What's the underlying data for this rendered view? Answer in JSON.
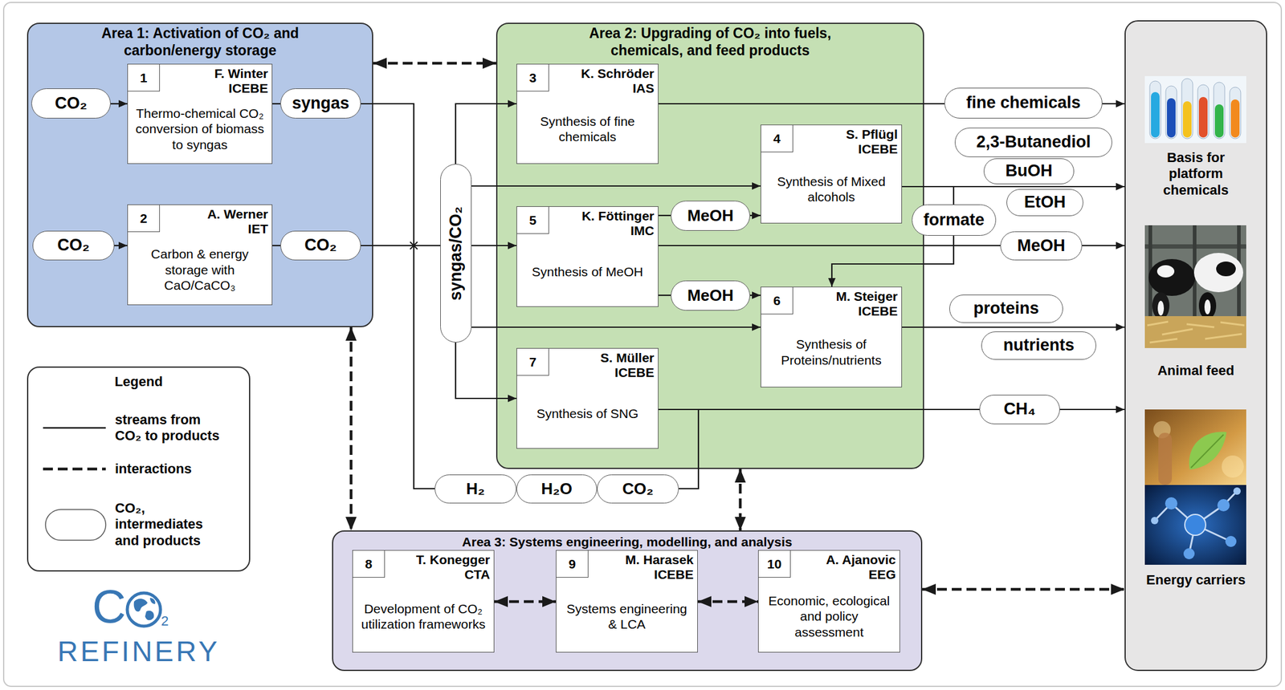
{
  "diagram": {
    "nodes": [
      {
        "text": [
          "Area 1: Activation of CO₂ and carbon/energy storage"
        ]
      },
      {
        "text": [
          "CO₂"
        ],
        "in": 0
      },
      {
        "text": [
          "1",
          "F. Winter ICEBE",
          "Thermo-chemical CO₂ conversion of biomass to syngas"
        ],
        "in": 0
      },
      {
        "text": [
          "syngas"
        ],
        "in": 0
      },
      {
        "text": [
          "CO₂"
        ],
        "in": 0
      },
      {
        "text": [
          "2",
          "A. Werner IET",
          "Carbon & energy storage with CaO/CaCO₃"
        ],
        "in": 0
      },
      {
        "text": [
          "CO₂"
        ],
        "in": 0
      },
      {
        "text": [
          "syngas/CO₂"
        ]
      },
      {
        "text": [
          "Area 2: Upgrading of CO₂ into fuels, chemicals, and feed products"
        ]
      },
      {
        "text": [
          "3",
          "K. Schröder IAS",
          "Synthesis of fine chemicals"
        ],
        "in": 8
      },
      {
        "text": [
          "4",
          "S. Pflügl ICEBE",
          "Synthesis of Mixed alcohols"
        ],
        "in": 8
      },
      {
        "text": [
          "5",
          "K. Föttinger IMC",
          "Synthesis of MeOH"
        ],
        "in": 8
      },
      {
        "text": [
          "MeOH"
        ],
        "in": 8
      },
      {
        "text": [
          "MeOH"
        ],
        "in": 8
      },
      {
        "text": [
          "6",
          "M. Steiger ICEBE",
          "Synthesis of Proteins/nutrients"
        ],
        "in": 8
      },
      {
        "text": [
          "7",
          "S. Müller ICEBE",
          "Synthesis of SNG"
        ],
        "in": 8
      },
      {
        "text": [
          "formate"
        ]
      },
      {
        "text": [
          "fine chemicals"
        ]
      },
      {
        "text": [
          "2,3-Butanediol"
        ]
      },
      {
        "text": [
          "BuOH"
        ]
      },
      {
        "text": [
          "EtOH"
        ]
      },
      {
        "text": [
          "MeOH"
        ]
      },
      {
        "text": [
          "proteins"
        ]
      },
      {
        "text": [
          "nutrients"
        ]
      },
      {
        "text": [
          "CH₄"
        ]
      },
      {
        "text": [
          "H₂"
        ]
      },
      {
        "text": [
          "H₂O"
        ]
      },
      {
        "text": [
          "CO₂"
        ]
      },
      {
        "text": [
          "Basis for platform chemicals",
          "Animal feed",
          "Energy carriers"
        ]
      },
      {
        "text": [
          "Legend"
        ]
      },
      {
        "text": [
          "Area 3: Systems engineering, modelling, and analysis"
        ]
      },
      {
        "text": [
          "8",
          "T. Konegger CTA",
          "Development of CO₂ utilization frameworks"
        ],
        "in": 30
      },
      {
        "text": [
          "9",
          "M. Harasek ICEBE",
          "Systems engineering & LCA"
        ],
        "in": 30
      },
      {
        "text": [
          "10",
          "A. Ajanovic EEG",
          "Economic, ecological and policy assessment"
        ],
        "in": 30
      }
    ],
    "edges": [
      {
        "from": 1,
        "to": 2,
        "arrow": "to"
      },
      {
        "from": 2,
        "to": 3,
        "arrow": "none"
      },
      {
        "from": 4,
        "to": 5,
        "arrow": "to"
      },
      {
        "from": 5,
        "to": 6,
        "arrow": "none"
      },
      {
        "from": 3,
        "to": 7,
        "arrow": "none"
      },
      {
        "from": 6,
        "to": 7,
        "arrow": "none"
      },
      {
        "from": 25,
        "to": 7,
        "arrow": "none"
      },
      {
        "from": 7,
        "to": 9,
        "arrow": "to"
      },
      {
        "from": 7,
        "to": 10,
        "arrow": "to"
      },
      {
        "from": 7,
        "to": 11,
        "arrow": "to"
      },
      {
        "from": 7,
        "to": 14,
        "arrow": "to"
      },
      {
        "from": 7,
        "to": 15,
        "arrow": "to"
      },
      {
        "from": 11,
        "to": 12,
        "arrow": "none"
      },
      {
        "from": 12,
        "to": 10,
        "arrow": "to"
      },
      {
        "from": 11,
        "to": 13,
        "arrow": "none"
      },
      {
        "from": 13,
        "to": 14,
        "arrow": "to"
      },
      {
        "from": 11,
        "to": 21,
        "arrow": "none"
      },
      {
        "from": 21,
        "to": 28,
        "arrow": "to"
      },
      {
        "from": 9,
        "to": 17,
        "arrow": "none"
      },
      {
        "from": 17,
        "to": 28,
        "arrow": "to"
      },
      {
        "from": 10,
        "to": 28,
        "arrow": "to"
      },
      {
        "from": 10,
        "to": 16,
        "arrow": "none"
      },
      {
        "from": 16,
        "to": 14,
        "arrow": "to"
      },
      {
        "from": 14,
        "to": 28,
        "arrow": "to"
      },
      {
        "from": 15,
        "to": 24,
        "arrow": "none"
      },
      {
        "from": 24,
        "to": 28,
        "arrow": "to"
      },
      {
        "from": 15,
        "to": 27,
        "arrow": "none"
      },
      {
        "from": 0,
        "to": 8,
        "arrow": "both"
      },
      {
        "from": 0,
        "to": 30,
        "arrow": "both"
      },
      {
        "from": 8,
        "to": 30,
        "arrow": "both"
      },
      {
        "from": 31,
        "to": 32,
        "arrow": "both"
      },
      {
        "from": 32,
        "to": 33,
        "arrow": "both"
      },
      {
        "from": 30,
        "to": 28,
        "arrow": "both"
      }
    ],
    "labels": [
      "C",
      "2",
      "REFINERY"
    ],
    "legend": [
      {
        "text": "streams from CO₂ to products"
      },
      {
        "text": "interactions"
      },
      {
        "text": "CO₂, intermediates and products"
      }
    ]
  }
}
